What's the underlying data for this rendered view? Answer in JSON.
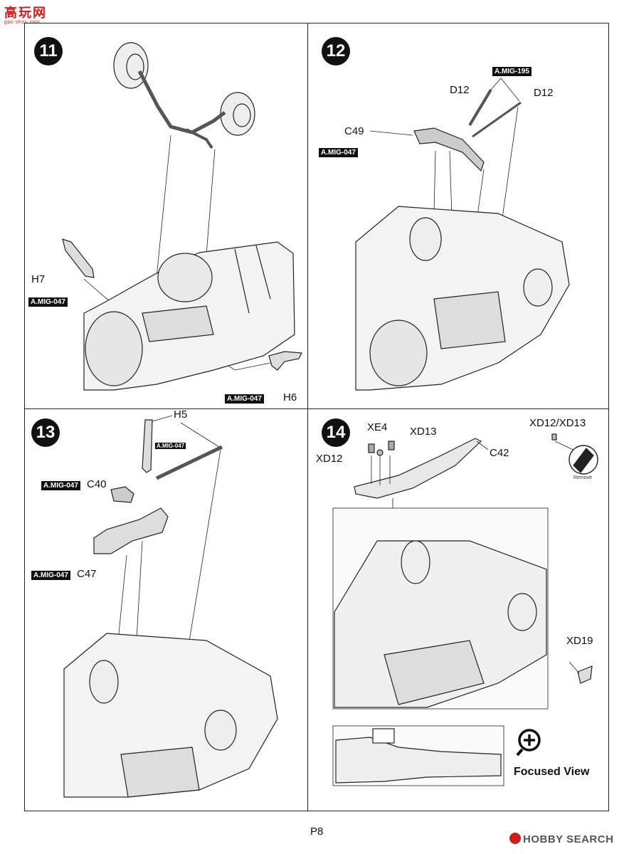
{
  "header": {
    "site_name": "高玩网",
    "site_url": "gao-shou.com"
  },
  "steps": [
    {
      "number": "11",
      "parts": [
        "H7",
        "H6"
      ],
      "callouts": [
        "A.MIG-047",
        "A.MIG-047"
      ]
    },
    {
      "number": "12",
      "parts": [
        "D12",
        "D12",
        "C49"
      ],
      "callouts": [
        "A.MIG-195",
        "A.MIG-047"
      ]
    },
    {
      "number": "13",
      "parts": [
        "H5",
        "C40",
        "C47"
      ],
      "callouts": [
        "A.MIG-047",
        "A.MIG-047",
        "A.MIG-047"
      ]
    },
    {
      "number": "14",
      "parts": [
        "XE4",
        "XD13",
        "XD12",
        "C42",
        "XD19"
      ],
      "removal_part": "XD12/XD13",
      "removal_caption": "Remove",
      "focused_view_label": "Focused View"
    }
  ],
  "footer": {
    "page_number": "P8",
    "brand": "HOBBY SEARCH"
  }
}
